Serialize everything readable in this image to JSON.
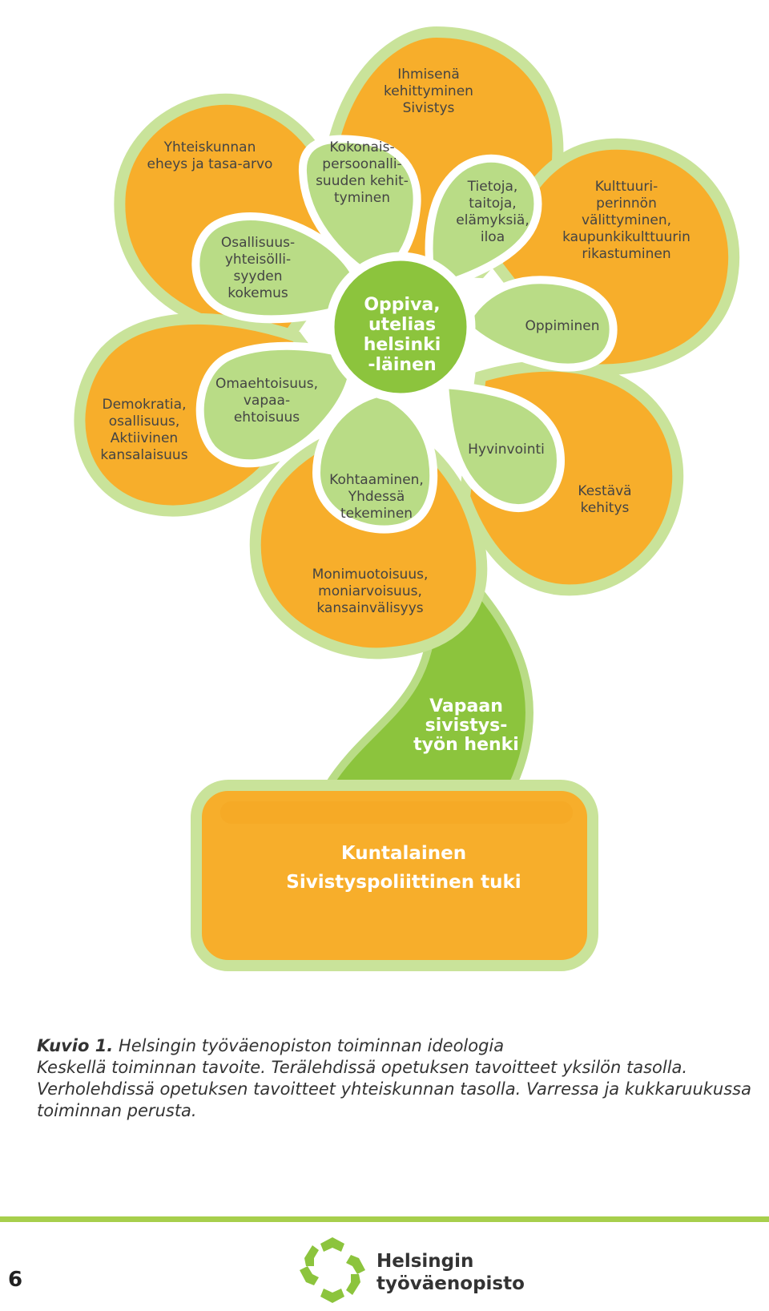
{
  "center": {
    "lines": [
      "Oppiva,",
      "utelias",
      "helsinki",
      "-läinen"
    ]
  },
  "outer_petals": {
    "top": [
      "Ihmisenä",
      "kehittyminen",
      "Sivistys"
    ],
    "top_left": [
      "Yhteiskunnan",
      "eheys ja tasa-arvo"
    ],
    "top_right": [
      "Kulttuuri-",
      "perinnön",
      "välittyminen,",
      "kaupunkikulttuurin",
      "rikastuminen"
    ],
    "left": [
      "Demokratia,",
      "osallisuus,",
      "Aktiivinen",
      "kansalaisuus"
    ],
    "right": [
      "Kestävä",
      "kehitys"
    ],
    "bottom": [
      "Monimuotoisuus,",
      "moniarvoisuus,",
      "kansainvälisyys"
    ]
  },
  "inner_petals": {
    "top_left": [
      "Kokonais-",
      "persoonalli-",
      "suuden kehit-",
      "tyminen"
    ],
    "top_right": [
      "Tietoja,",
      "taitoja,",
      "elämyksiä,",
      "iloa"
    ],
    "left_upper": [
      "Osallisuus-",
      "yhteisölli-",
      "syyden",
      "kokemus"
    ],
    "right": [
      "Oppiminen"
    ],
    "left_lower": [
      "Omaehtoisuus,",
      "vapaa-",
      "ehtoisuus"
    ],
    "bottom_left": [
      "Kohtaaminen,",
      "Yhdessä",
      "tekeminen"
    ],
    "bottom_right": [
      "Hyvinvointi"
    ]
  },
  "stem": {
    "lines": [
      "Vapaan",
      "sivistys-",
      "työn henki"
    ]
  },
  "pot": {
    "lines": [
      "Kuntalainen",
      "Sivistyspoliittinen tuki"
    ]
  },
  "caption": {
    "label": "Kuvio 1.",
    "title": " Helsingin työväenopiston toiminnan ideologia",
    "lines": [
      "Keskellä toiminnan tavoite. Terälehdissä opetuksen tavoitteet yksilön tasolla.",
      "Verholehdissä opetuksen tavoitteet yhteiskunnan tasolla. Varressa ja kukkaruukussa",
      "toiminnan perusta."
    ]
  },
  "page_number": "6",
  "logo": {
    "line1": "Helsingin",
    "line2": "työväenopisto"
  },
  "colors": {
    "orange": "#f7ae2b",
    "light_green": "#b9dc86",
    "green": "#8cc43d",
    "white": "#ffffff"
  }
}
